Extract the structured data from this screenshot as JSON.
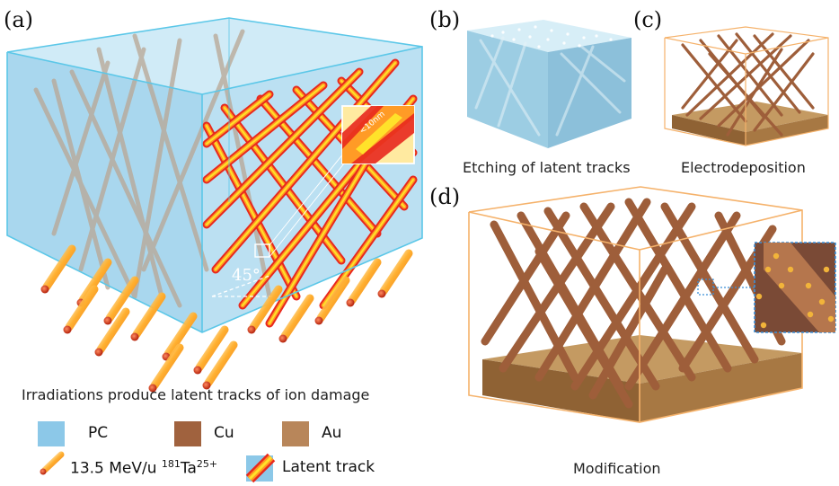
{
  "panels": {
    "a": {
      "letter": "(a)",
      "caption": "Irradiations produce latent tracks of ion damage",
      "angle": "45°",
      "inset_scale": "<10nm"
    },
    "b": {
      "letter": "(b)",
      "caption": "Etching of latent tracks"
    },
    "c": {
      "letter": "(c)",
      "caption": "Electrodeposition"
    },
    "d": {
      "letter": "(d)",
      "caption": "Modification"
    }
  },
  "legend": {
    "pc": {
      "label": "PC",
      "color": "#8cc8e8"
    },
    "cu": {
      "label": "Cu",
      "color": "#a0623e"
    },
    "au": {
      "label": "Au",
      "color": "#b8865a"
    },
    "ion": {
      "energy": "13.5 MeV/u",
      "mass": "181",
      "element": "Ta",
      "charge": "25+"
    },
    "track": {
      "label": "Latent track"
    }
  },
  "colors": {
    "pc_fill": "#8cc8e8",
    "pc_edge": "#5bc7e8",
    "cu": "#a0623e",
    "au": "#b8865a",
    "outline_orange": "#f5b26b",
    "track_red": "#e8281e",
    "track_yellow": "#ffd21a"
  }
}
